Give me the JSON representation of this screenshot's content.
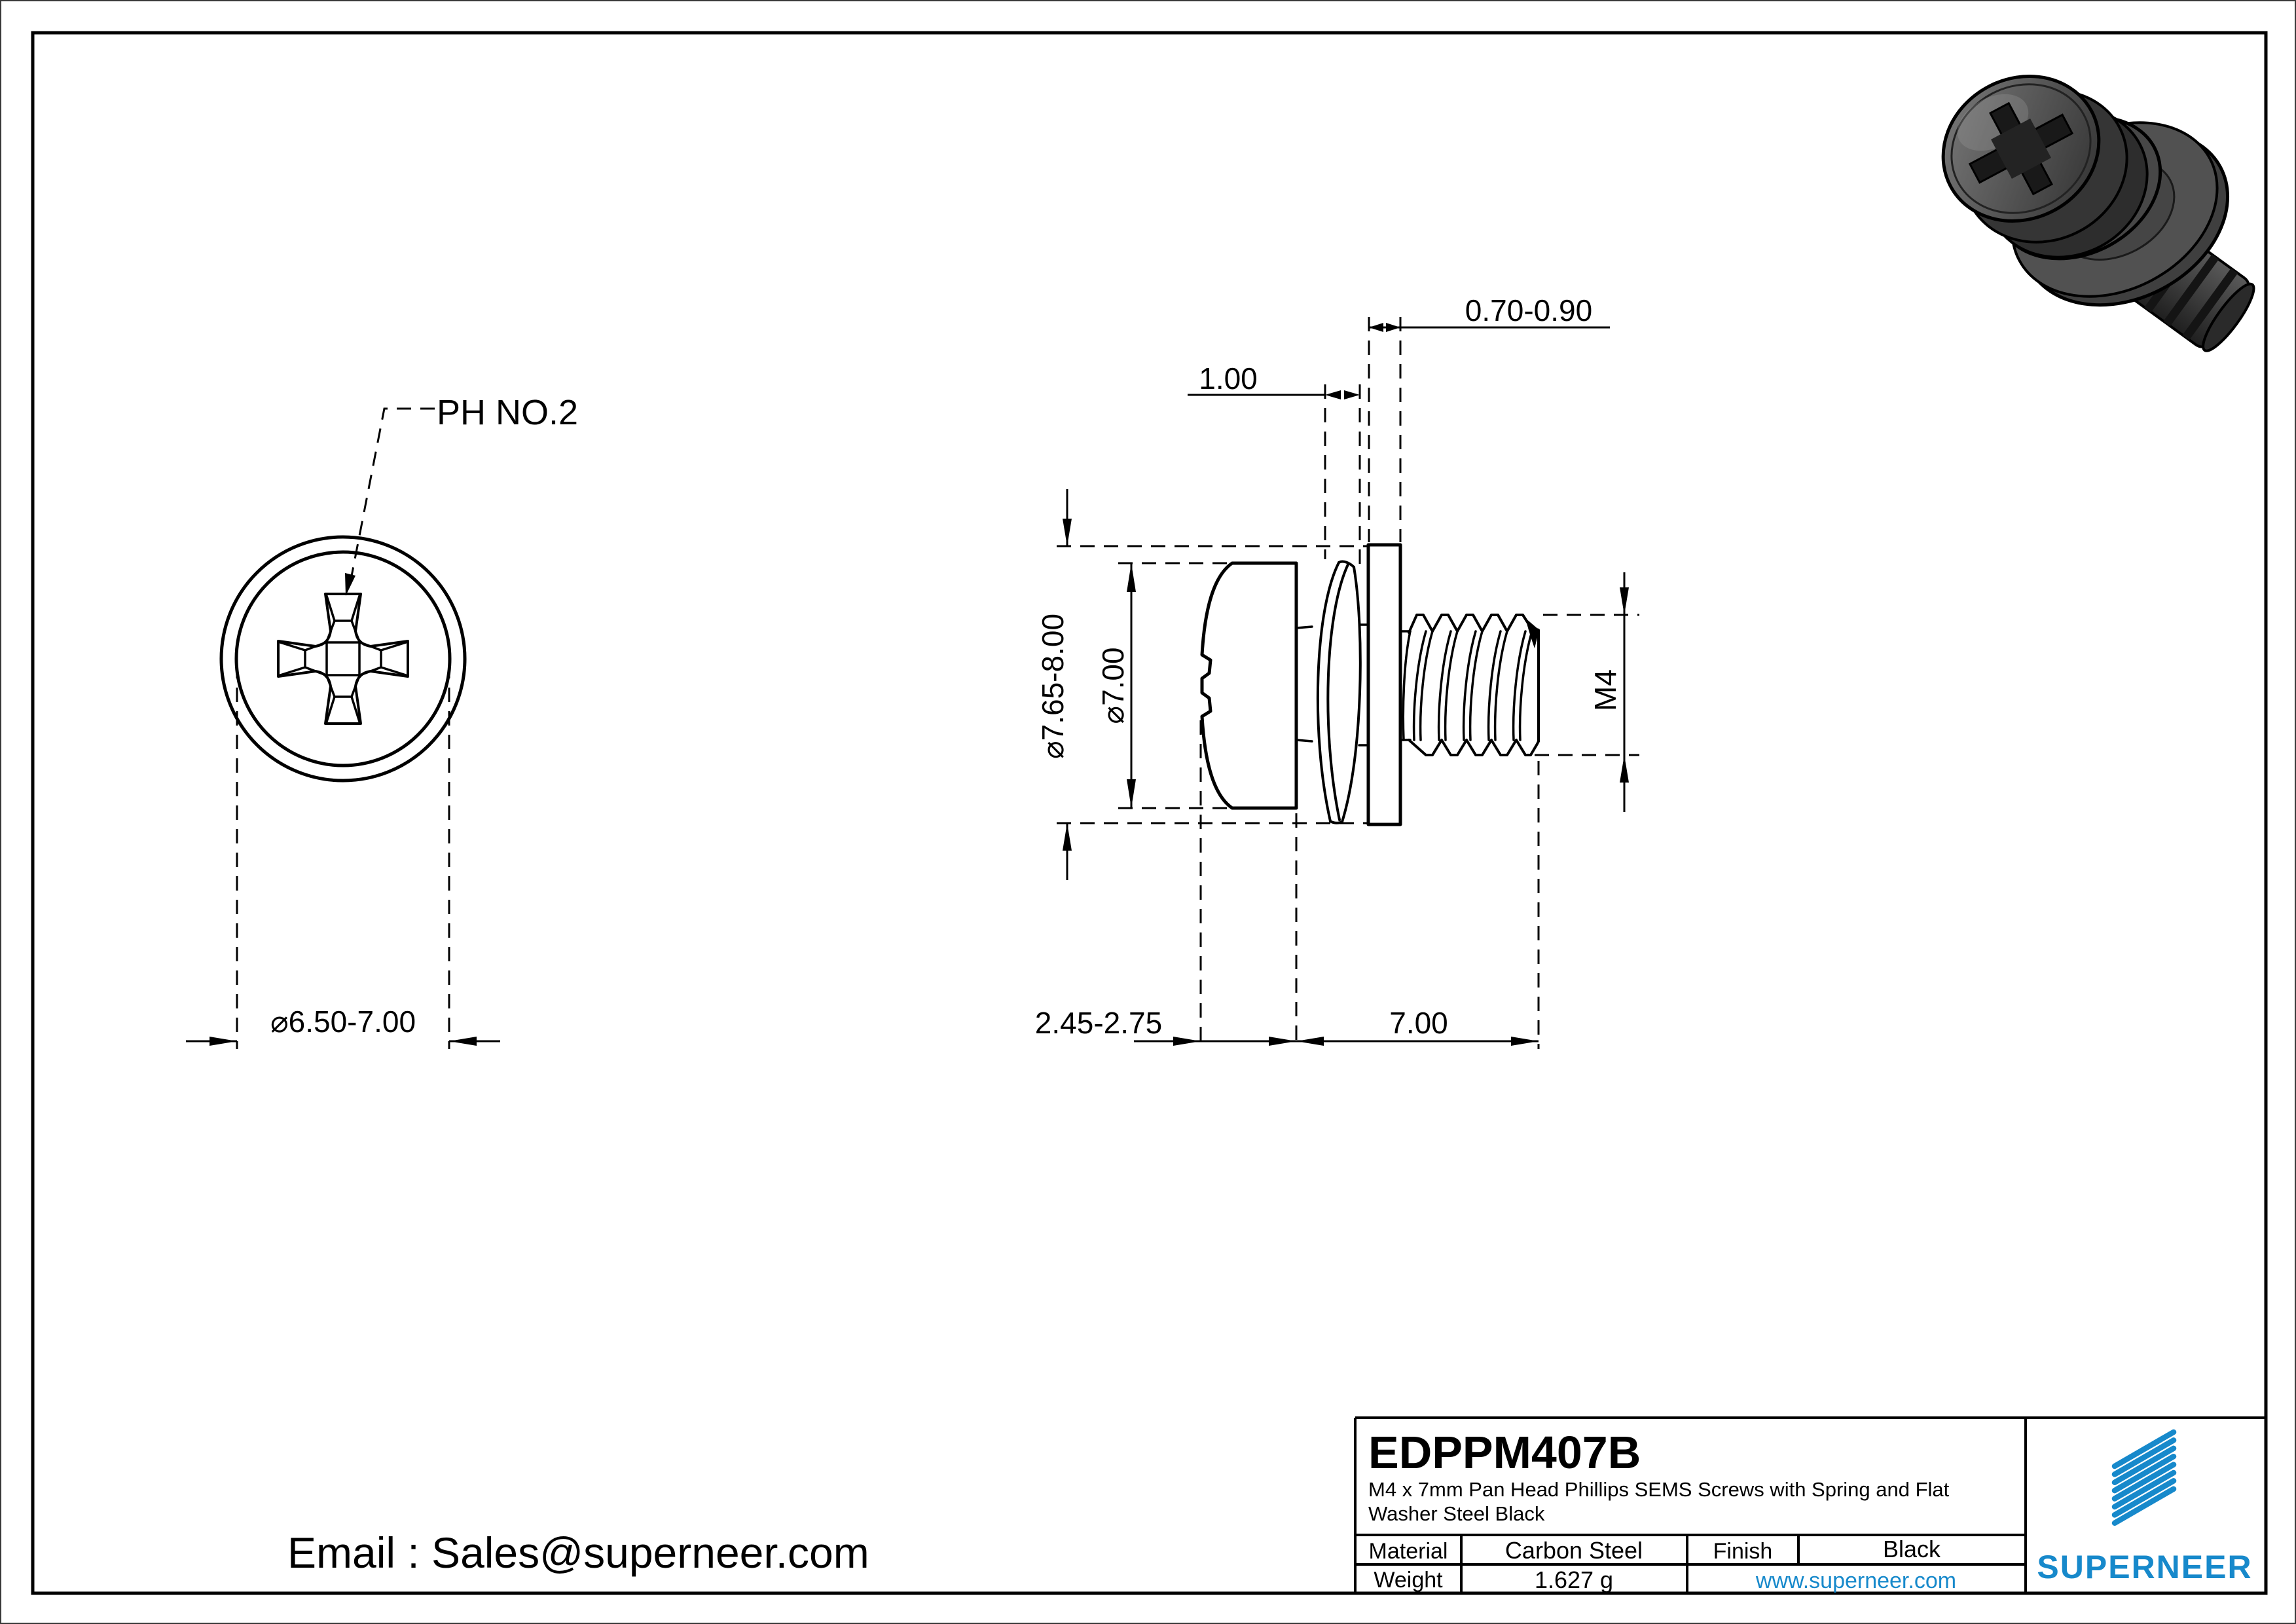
{
  "front_view": {
    "recess_label": "PH NO.2",
    "head_diameter_dim": "⌀6.50-7.00"
  },
  "side_view": {
    "washer_diameter_dim": "⌀7.65-8.00",
    "head_diameter_dim": "⌀7.00",
    "flat_washer_thickness_dim": "0.70-0.90",
    "spring_washer_thickness_dim": "1.00",
    "head_height_dim": "2.45-2.75",
    "thread_length_dim": "7.00",
    "thread_spec": "M4"
  },
  "contact": {
    "email_line": "Email : Sales@superneer.com"
  },
  "title_block": {
    "part_number": "EDPPM407B",
    "description_line1": "M4 x 7mm Pan Head Phillips SEMS Screws with Spring and Flat",
    "description_line2": "Washer Steel Black",
    "material_label": "Material",
    "material_value": "Carbon Steel",
    "finish_label": "Finish",
    "finish_value": "Black",
    "weight_label": "Weight",
    "weight_value": "1.627 g",
    "website": "www.superneer.com",
    "brand": "SUPERNEER",
    "brand_color": "#1789cb"
  }
}
